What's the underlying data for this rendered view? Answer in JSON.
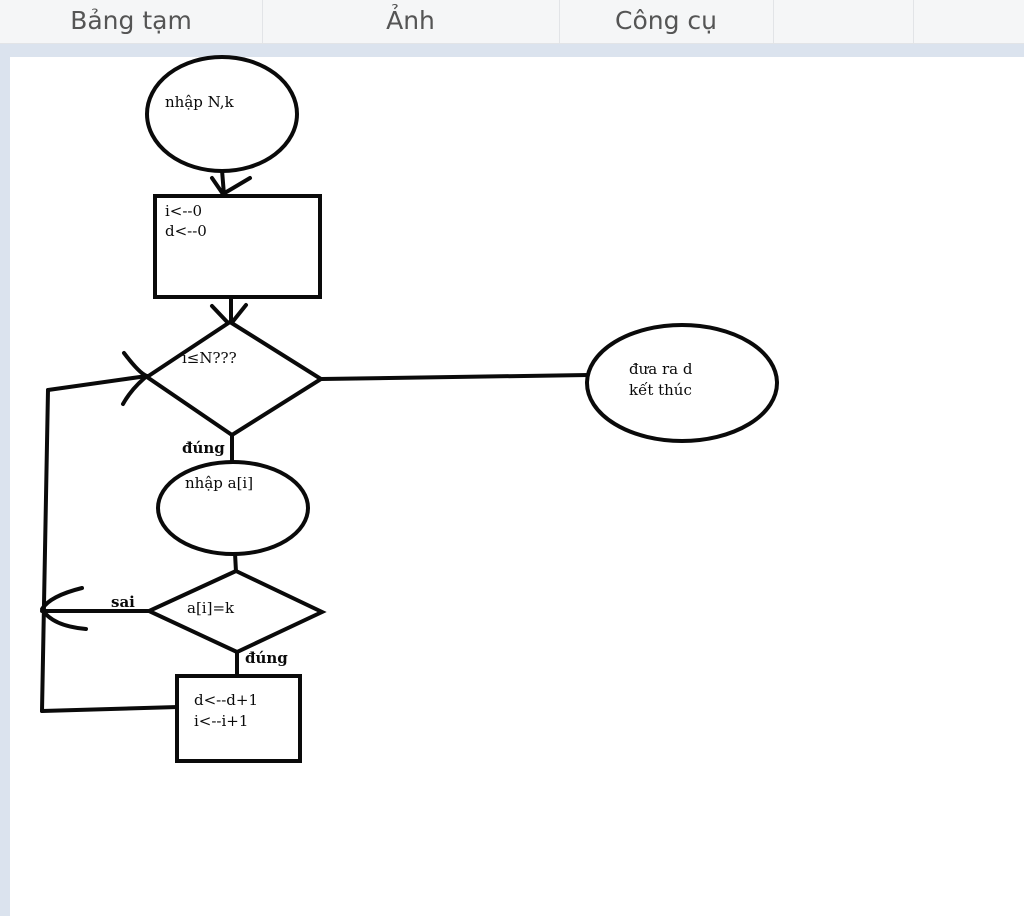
{
  "ribbon": {
    "tabs": [
      {
        "label": "Bảng tạm"
      },
      {
        "label": "Ảnh"
      },
      {
        "label": "Công cụ"
      }
    ]
  },
  "flowchart": {
    "start": {
      "text": "nhập N,k"
    },
    "init": {
      "lines": [
        "i<--0",
        "d<--0"
      ]
    },
    "loop_condition": {
      "text": "i≤N???"
    },
    "output_end": {
      "lines": [
        "đưa ra d",
        "kết thúc"
      ]
    },
    "input_item": {
      "text": "nhập a[i]"
    },
    "item_condition": {
      "text": "a[i]=k"
    },
    "update": {
      "lines": [
        "d<--d+1",
        "i<--i+1"
      ]
    },
    "labels": {
      "yes_loop": "đúng",
      "yes_item": "đúng",
      "no_item": "sai"
    }
  }
}
